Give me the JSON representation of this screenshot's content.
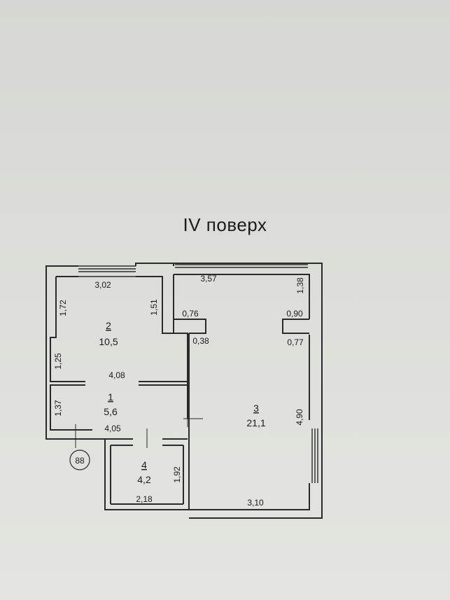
{
  "title": "IV поверх",
  "apartment_number": "88",
  "rooms": [
    {
      "number": "1",
      "area": "5,6"
    },
    {
      "number": "2",
      "area": "10,5"
    },
    {
      "number": "3",
      "area": "21,1"
    },
    {
      "number": "4",
      "area": "4,2"
    }
  ],
  "dimensions": {
    "d_302": "3,02",
    "d_357": "3,57",
    "d_172": "1,72",
    "d_151": "1,51",
    "d_138": "1,38",
    "d_076": "0,76",
    "d_090": "0,90",
    "d_038": "0,38",
    "d_077": "0,77",
    "d_125": "1,25",
    "d_408": "4,08",
    "d_137": "1,37",
    "d_405": "4,05",
    "d_490": "4,90",
    "d_192": "1,92",
    "d_218": "2,18",
    "d_310": "3,10"
  }
}
